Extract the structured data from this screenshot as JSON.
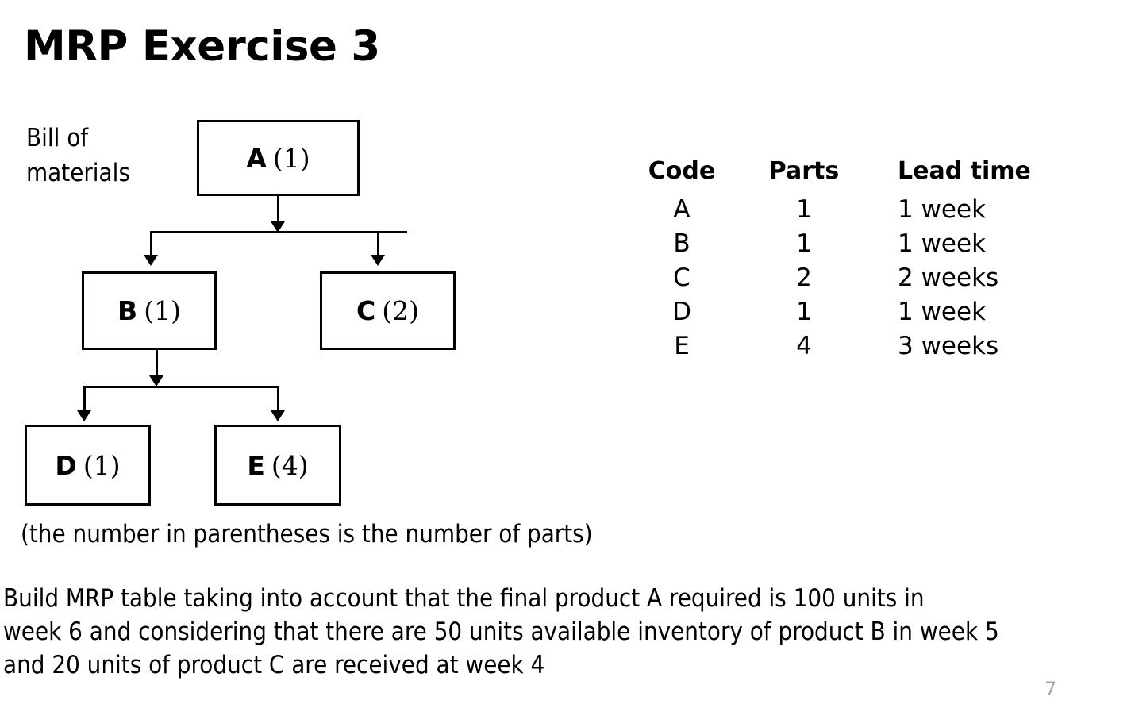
{
  "slide": {
    "title": "MRP Exercise 3",
    "page_number": "7",
    "page_number_color": "#a6a6a6",
    "background_color": "#ffffff",
    "text_color": "#000000"
  },
  "bom": {
    "label_line1": "Bill of",
    "label_line2": "materials",
    "caption": "(the number in parentheses is the number of parts)",
    "nodes": [
      {
        "id": "a",
        "code": "A",
        "qty": "(1)"
      },
      {
        "id": "b",
        "code": "B",
        "qty": "(1)"
      },
      {
        "id": "c",
        "code": "C",
        "qty": "(2)"
      },
      {
        "id": "d",
        "code": "D",
        "qty": "(1)"
      },
      {
        "id": "e",
        "code": "E",
        "qty": "(4)"
      }
    ]
  },
  "parts_table": {
    "headers": [
      "Code",
      "Parts",
      "Lead time"
    ],
    "rows": [
      {
        "code": "A",
        "parts": "1",
        "lead_time": "1 week"
      },
      {
        "code": "B",
        "parts": "1",
        "lead_time": "1 week"
      },
      {
        "code": "C",
        "parts": "2",
        "lead_time": "2 weeks"
      },
      {
        "code": "D",
        "parts": "1",
        "lead_time": "1 week"
      },
      {
        "code": "E",
        "parts": "4",
        "lead_time": "3 weeks"
      }
    ]
  },
  "task": {
    "line1": "Build MRP table taking into account that the final product A required is 100 units in",
    "line2": "week 6 and considering that there are 50 units available inventory of product B in week 5",
    "line3": "and 20 units of product C are received at week 4"
  }
}
